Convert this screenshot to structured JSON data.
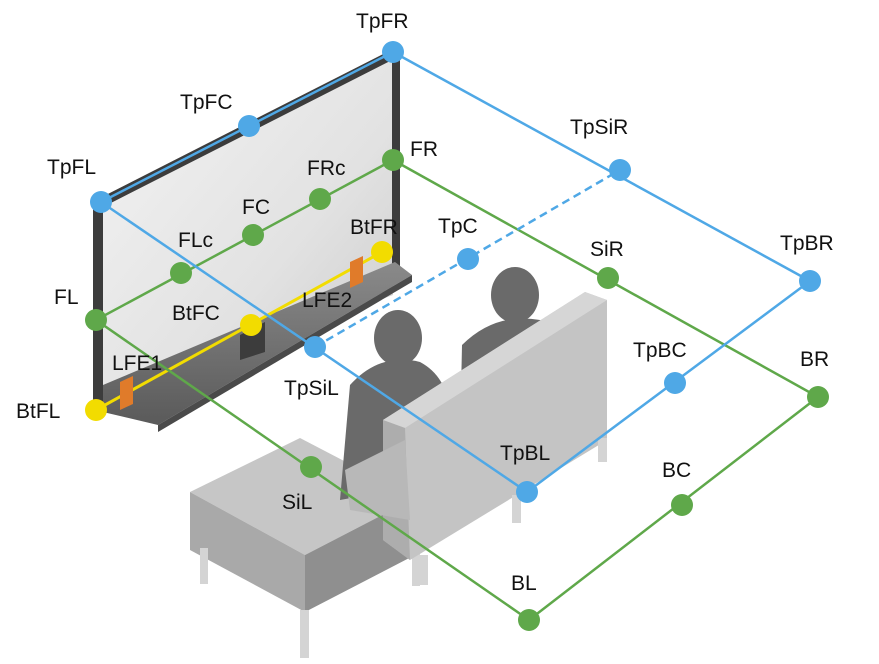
{
  "colors": {
    "top_layer": "#4fa8e6",
    "main_layer": "#5fa84a",
    "bottom_layer": "#f2dc00",
    "lfe": "#e07b2a",
    "screen_frame": "#3c3c3c",
    "furniture": "#bdbdbd",
    "people": "#6a6a6a"
  },
  "speakers": {
    "TpFR": "TpFR",
    "TpFC": "TpFC",
    "TpFL": "TpFL",
    "TpSiR": "TpSiR",
    "TpBR": "TpBR",
    "TpC": "TpC",
    "TpBC": "TpBC",
    "TpSiL": "TpSiL",
    "TpBL": "TpBL",
    "FR": "FR",
    "FRc": "FRc",
    "FC": "FC",
    "FLc": "FLc",
    "FL": "FL",
    "SiR": "SiR",
    "SiL": "SiL",
    "BR": "BR",
    "BC": "BC",
    "BL": "BL",
    "BtFR": "BtFR",
    "BtFC": "BtFC",
    "BtFL": "BtFL",
    "LFE1": "LFE1",
    "LFE2": "LFE2"
  }
}
